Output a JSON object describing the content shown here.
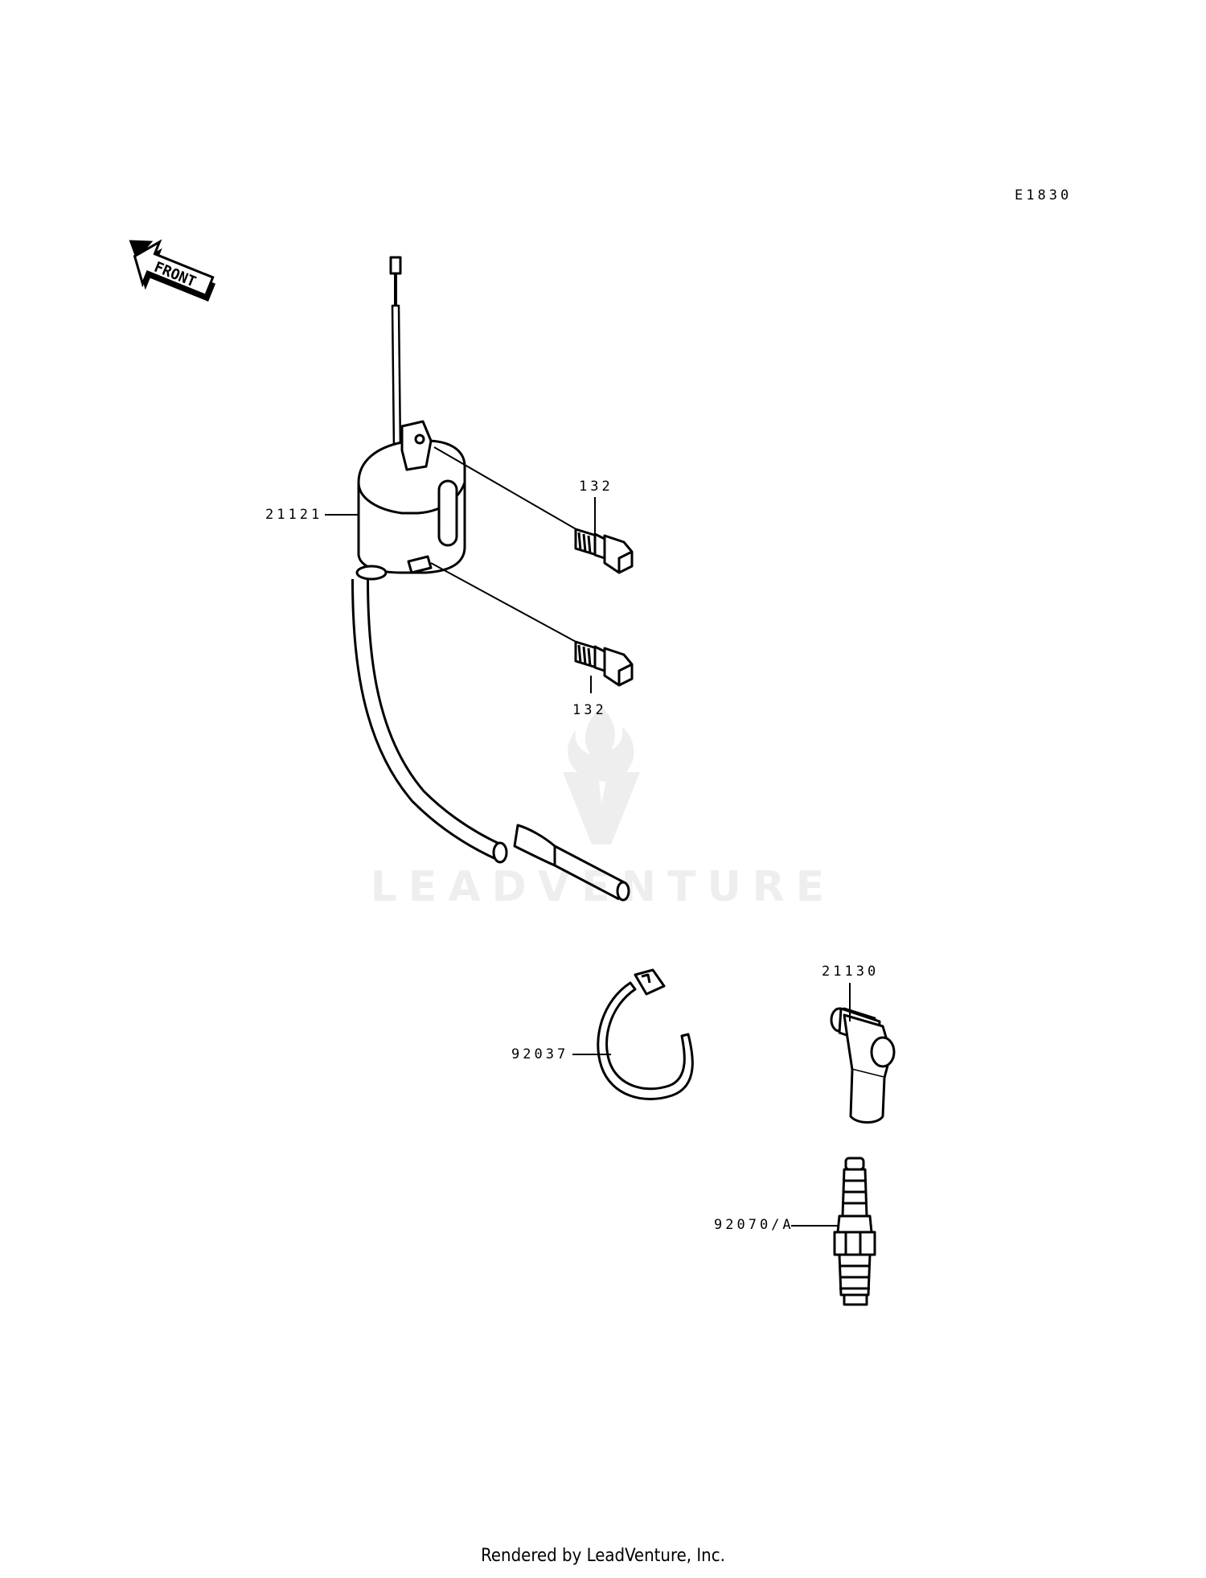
{
  "diagram_code": "E1830",
  "front_label": "FRONT",
  "parts": {
    "coil": "21121",
    "bolt_upper": "132",
    "bolt_lower": "132",
    "cap": "21130",
    "clamp": "92037",
    "spark_plug": "92070/A"
  },
  "watermark": "LEADVENTURE",
  "footer": "Rendered by LeadVenture, Inc."
}
